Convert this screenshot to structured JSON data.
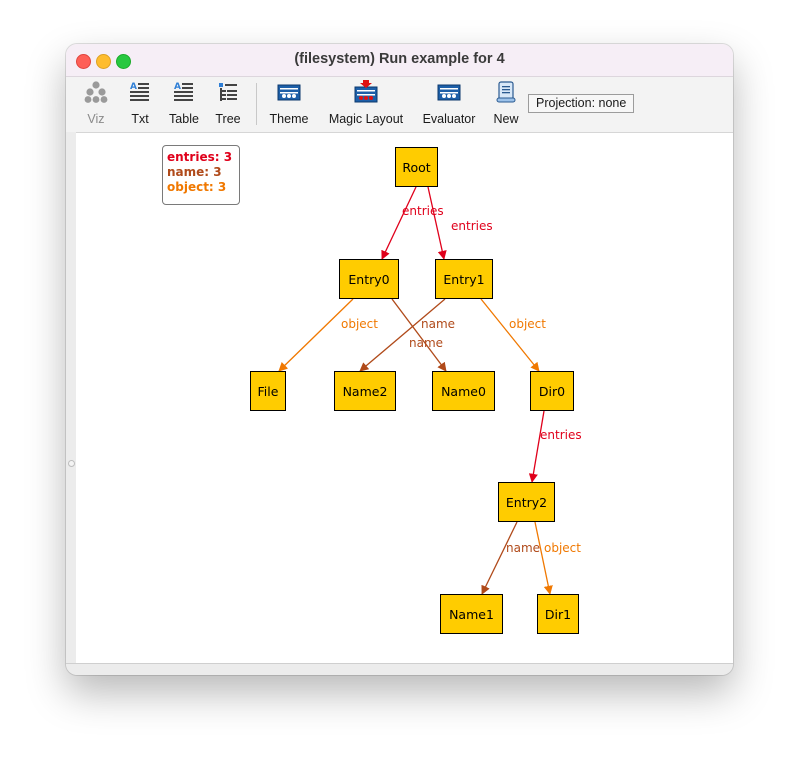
{
  "window": {
    "title": "(filesystem) Run example for 4"
  },
  "toolbar": {
    "buttons": [
      {
        "id": "viz",
        "label": "Viz",
        "icon": "viz-tree-icon",
        "enabled": false
      },
      {
        "id": "txt",
        "label": "Txt",
        "icon": "text-view-icon",
        "enabled": true
      },
      {
        "id": "table",
        "label": "Table",
        "icon": "table-view-icon",
        "enabled": true
      },
      {
        "id": "tree",
        "label": "Tree",
        "icon": "tree-view-icon",
        "enabled": true
      },
      {
        "id": "theme",
        "label": "Theme",
        "icon": "theme-icon",
        "enabled": true
      },
      {
        "id": "magic",
        "label": "Magic Layout",
        "icon": "magic-layout-icon",
        "enabled": true
      },
      {
        "id": "evaluator",
        "label": "Evaluator",
        "icon": "evaluator-icon",
        "enabled": true
      },
      {
        "id": "new",
        "label": "New",
        "icon": "scroll-icon",
        "enabled": true
      }
    ],
    "projection": "Projection: none"
  },
  "legend": {
    "entries": [
      {
        "text": "entries: 3",
        "color": "#e0001b"
      },
      {
        "text": "name: 3",
        "color": "#b04a1a"
      },
      {
        "text": "object: 3",
        "color": "#f07800"
      }
    ]
  },
  "graph": {
    "node_color": "#ffcc00",
    "nodes": [
      {
        "id": "root",
        "label": "Root"
      },
      {
        "id": "entry0",
        "label": "Entry0"
      },
      {
        "id": "entry1",
        "label": "Entry1"
      },
      {
        "id": "file",
        "label": "File"
      },
      {
        "id": "name2",
        "label": "Name2"
      },
      {
        "id": "name0",
        "label": "Name0"
      },
      {
        "id": "dir0",
        "label": "Dir0"
      },
      {
        "id": "entry2",
        "label": "Entry2"
      },
      {
        "id": "name1",
        "label": "Name1"
      },
      {
        "id": "dir1",
        "label": "Dir1"
      }
    ],
    "edges": [
      {
        "from": "root",
        "to": "entry0",
        "label": "entries",
        "color": "#e0001b"
      },
      {
        "from": "root",
        "to": "entry1",
        "label": "entries",
        "color": "#e0001b"
      },
      {
        "from": "entry0",
        "to": "file",
        "label": "object",
        "color": "#f07800"
      },
      {
        "from": "entry0",
        "to": "name0",
        "label": "name",
        "color": "#b04a1a"
      },
      {
        "from": "entry1",
        "to": "name2",
        "label": "name",
        "color": "#b04a1a"
      },
      {
        "from": "entry1",
        "to": "dir0",
        "label": "object",
        "color": "#f07800"
      },
      {
        "from": "dir0",
        "to": "entry2",
        "label": "entries",
        "color": "#e0001b"
      },
      {
        "from": "entry2",
        "to": "name1",
        "label": "name",
        "color": "#b04a1a"
      },
      {
        "from": "entry2",
        "to": "dir1",
        "label": "object",
        "color": "#f07800"
      }
    ]
  }
}
